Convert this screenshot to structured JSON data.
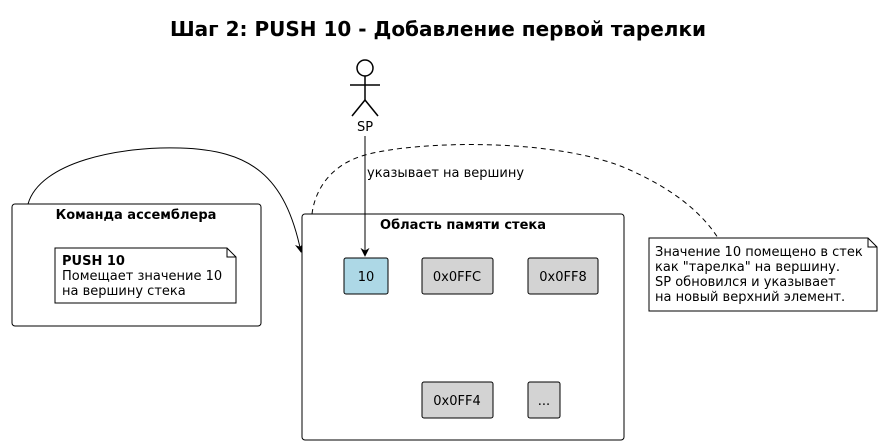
{
  "title": "Шаг 2: PUSH 10 - Добавление первой тарелки",
  "actor": {
    "label": "SP"
  },
  "asm_package": {
    "title": "Команда ассемблера",
    "note": {
      "heading": "PUSH 10",
      "lines": [
        "Помещает значение 10",
        "на вершину стека"
      ]
    }
  },
  "memory_package": {
    "title": "Область памяти стека",
    "cells": [
      {
        "label": "10",
        "highlight": true
      },
      {
        "label": "0x0FFC",
        "highlight": false
      },
      {
        "label": "0x0FF8",
        "highlight": false
      },
      {
        "label": "0x0FF4",
        "highlight": false
      },
      {
        "label": "...",
        "highlight": false
      }
    ]
  },
  "arrow_label": "указывает на вершину",
  "side_note": {
    "lines": [
      "Значение 10 помещено в стек",
      "как \"тарелка\" на вершину.",
      "SP обновился и указывает",
      "на новый верхний элемент."
    ]
  },
  "colors": {
    "highlight_cell": "#add8e6",
    "plain_cell": "#d3d3d3",
    "note_fill": "#ffffff",
    "stroke": "#000000"
  }
}
